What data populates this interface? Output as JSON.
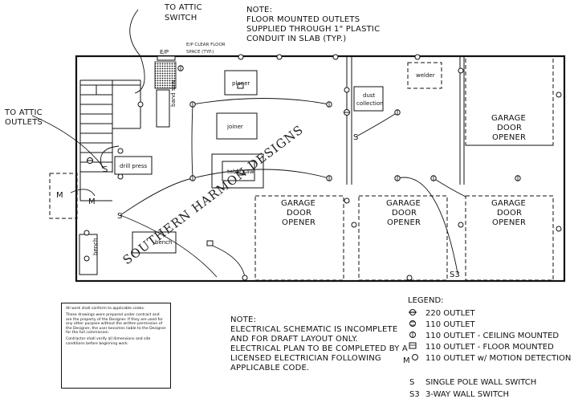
{
  "notes": {
    "floor_outlets": [
      "NOTE:",
      "FLOOR MOUNTED OUTLETS",
      "SUPPLIED THROUGH 1\" PLASTIC",
      "CONDUIT IN SLAB (TYP.)"
    ],
    "to_attic_switch": [
      "TO ATTIC",
      "SWITCH"
    ],
    "to_attic_outlets": [
      "TO ATTIC",
      "OUTLETS"
    ],
    "ep_label": "E/P",
    "ep_clear": [
      "E/P CLEAR FLOOR",
      "SPACE (TYP.)"
    ],
    "schematic": [
      "NOTE:",
      "ELECTRICAL SCHEMATIC IS INCOMPLETE",
      "AND FOR DRAFT LAYOUT ONLY.",
      "ELECTRICAL PLAN TO BE COMPLETED BY A",
      "LICENSED ELECTRICIAN FOLLOWING",
      "APPLICABLE CODE."
    ]
  },
  "rooms": {
    "planer": "planer",
    "joiner": "joiner",
    "table_saw": "table saw",
    "band_saw": "band saw",
    "drill_press": "drill press",
    "dust_collection": [
      "dust",
      "collection"
    ],
    "welder": "welder",
    "bench": "bench",
    "bench_side": "bench"
  },
  "garage_doors": [
    [
      "GARAGE",
      "DOOR",
      "OPENER"
    ],
    [
      "GARAGE",
      "DOOR",
      "OPENER"
    ],
    [
      "GARAGE",
      "DOOR",
      "OPENER"
    ],
    [
      "GARAGE",
      "DOOR",
      "OPENER"
    ]
  ],
  "watermark": "SOUTHERN HARMON DESIGNS",
  "motion_label": "M",
  "switch_label": "S",
  "switch3_label": "S3",
  "legend": {
    "title": "LEGEND:",
    "items": [
      "220 OUTLET",
      "110 OUTLET",
      "110 OUTLET - CEILING MOUNTED",
      "110 OUTLET - FLOOR MOUNTED",
      "110 OUTLET w/ MOTION DETECTION",
      "SINGLE POLE WALL SWITCH",
      "3-WAY WALL SWITCH"
    ]
  },
  "disclaimer": [
    "All work shall conform to applicable codes.",
    "These drawings were prepared under contract and are the property of the Designer. If they are used for any other purpose without the written permission of the Designer, the user becomes liable to the Designer for the full commission.",
    "Contractor shall verify all dimensions and site conditions before beginning work."
  ]
}
